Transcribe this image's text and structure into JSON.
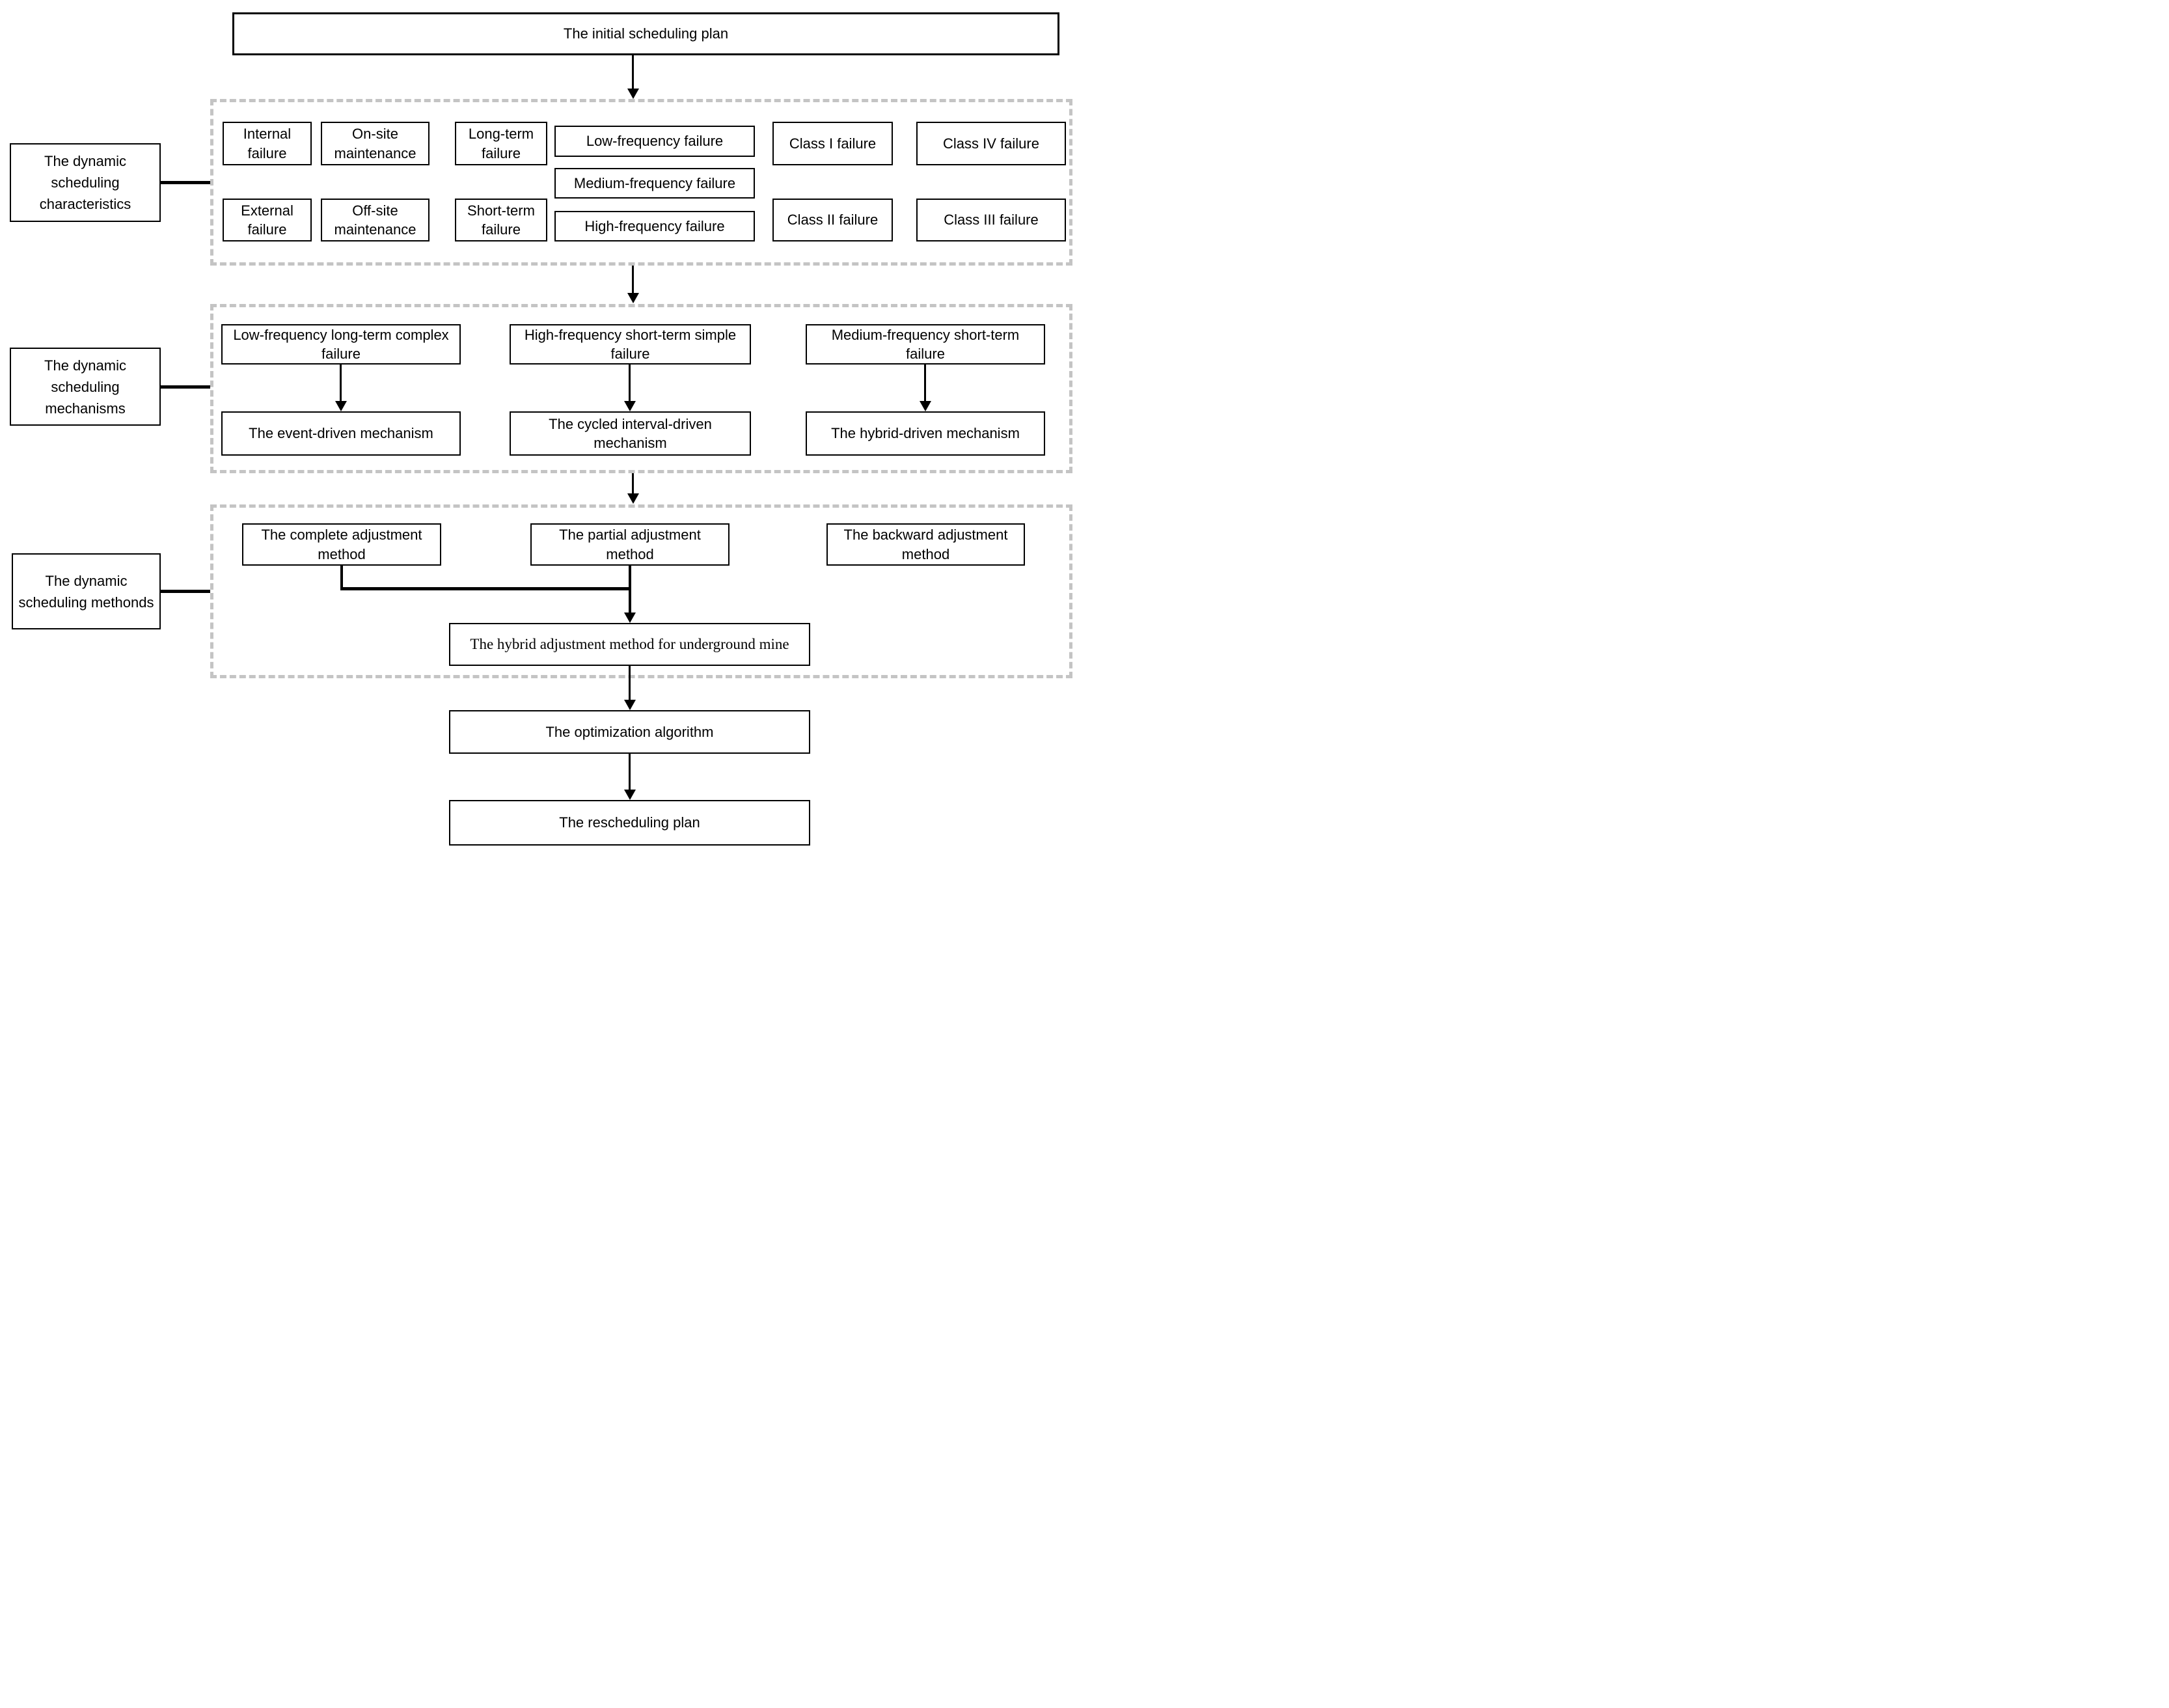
{
  "top_box": {
    "label": "The initial scheduling plan"
  },
  "sections": {
    "characteristics": {
      "side_label": "The dynamic scheduling characteristics",
      "row1": [
        "Internal failure",
        "On-site maintenance",
        "Long-term failure",
        "Low-frequency failure",
        "Class I failure",
        "Class IV failure"
      ],
      "middle": "Medium-frequency failure",
      "row2": [
        "External failure",
        "Off-site maintenance",
        "Short-term failure",
        "High-frequency failure",
        "Class II failure",
        "Class III failure"
      ]
    },
    "mechanisms": {
      "side_label": "The dynamic scheduling mechanisms",
      "pairs": [
        {
          "failure": "Low-frequency long-term complex failure",
          "mechanism": "The event-driven mechanism"
        },
        {
          "failure": "High-frequency short-term simple failure",
          "mechanism": "The cycled interval-driven mechanism"
        },
        {
          "failure": "Medium-frequency short-term failure",
          "mechanism": "The hybrid-driven mechanism"
        }
      ]
    },
    "methods": {
      "side_label": "The dynamic scheduling methonds",
      "items": [
        "The complete adjustment method",
        "The partial adjustment method",
        "The backward adjustment method"
      ],
      "hybrid_method": "The hybrid adjustment method for underground mine"
    }
  },
  "bottom": {
    "optimization": "The optimization algorithm",
    "rescheduling": "The rescheduling plan"
  },
  "colors": {
    "line": "#000000",
    "dashed_region": "#c4c4c4",
    "background": "#ffffff"
  }
}
